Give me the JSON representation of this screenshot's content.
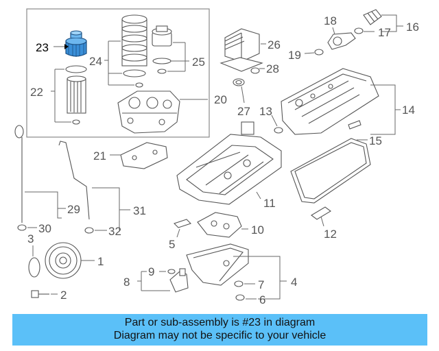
{
  "diagram": {
    "callouts": {
      "c1": "1",
      "c2": "2",
      "c3": "3",
      "c4": "4",
      "c5": "5",
      "c6": "6",
      "c7": "7",
      "c8": "8",
      "c9": "9",
      "c10": "10",
      "c11": "11",
      "c12": "12",
      "c13": "13",
      "c14": "14",
      "c15": "15",
      "c16": "16",
      "c17": "17",
      "c18": "18",
      "c19": "19",
      "c20": "20",
      "c21": "21",
      "c22": "22",
      "c23": "23",
      "c24": "24",
      "c25": "25",
      "c26": "26",
      "c27": "27",
      "c28": "28",
      "c29": "29",
      "c30": "30",
      "c31": "31",
      "c32": "32"
    },
    "highlight_part": "23",
    "highlight_color": "#3a8fd8"
  },
  "caption": {
    "line1": "Part or sub-assembly is #23 in diagram",
    "line2": "Diagram may not be specific to your vehicle",
    "background": "#5bc0f8"
  }
}
